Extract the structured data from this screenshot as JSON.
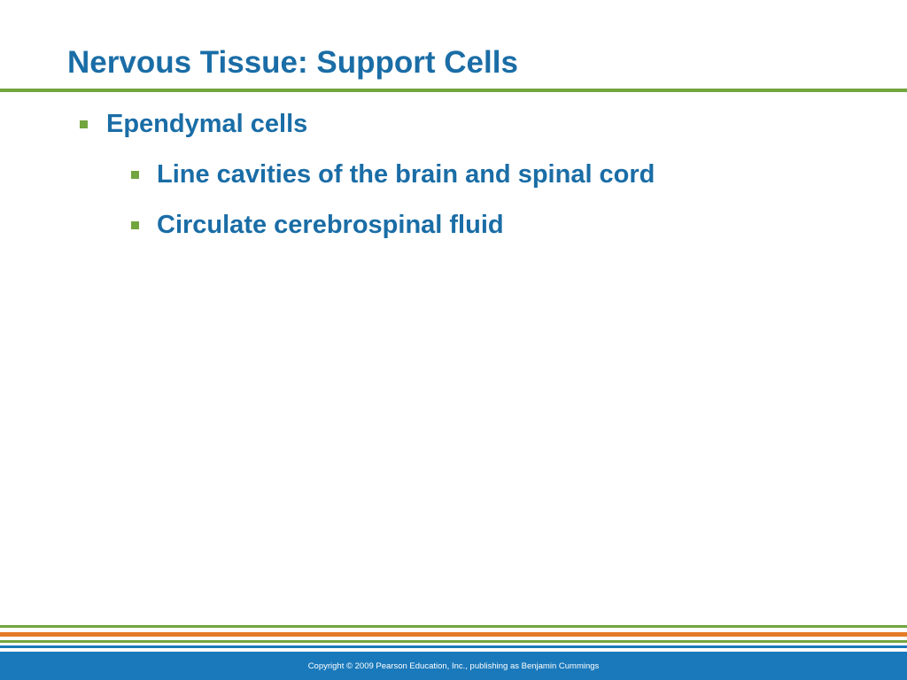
{
  "slide": {
    "title": "Nervous Tissue: Support Cells",
    "bullets": [
      {
        "level": 1,
        "text": "Ependymal cells"
      },
      {
        "level": 2,
        "text": "Line cavities of the brain and spinal cord"
      },
      {
        "level": 2,
        "text": "Circulate cerebrospinal fluid"
      }
    ],
    "footer": {
      "copyright": "Copyright © 2009 Pearson Education, Inc., publishing as Benjamin Cummings"
    }
  },
  "colors": {
    "title_text": "#1a6da6",
    "bullet_marker": "#73a53f",
    "accent_green": "#73a53f",
    "accent_orange": "#e57b25",
    "accent_blue": "#1a79bb"
  }
}
